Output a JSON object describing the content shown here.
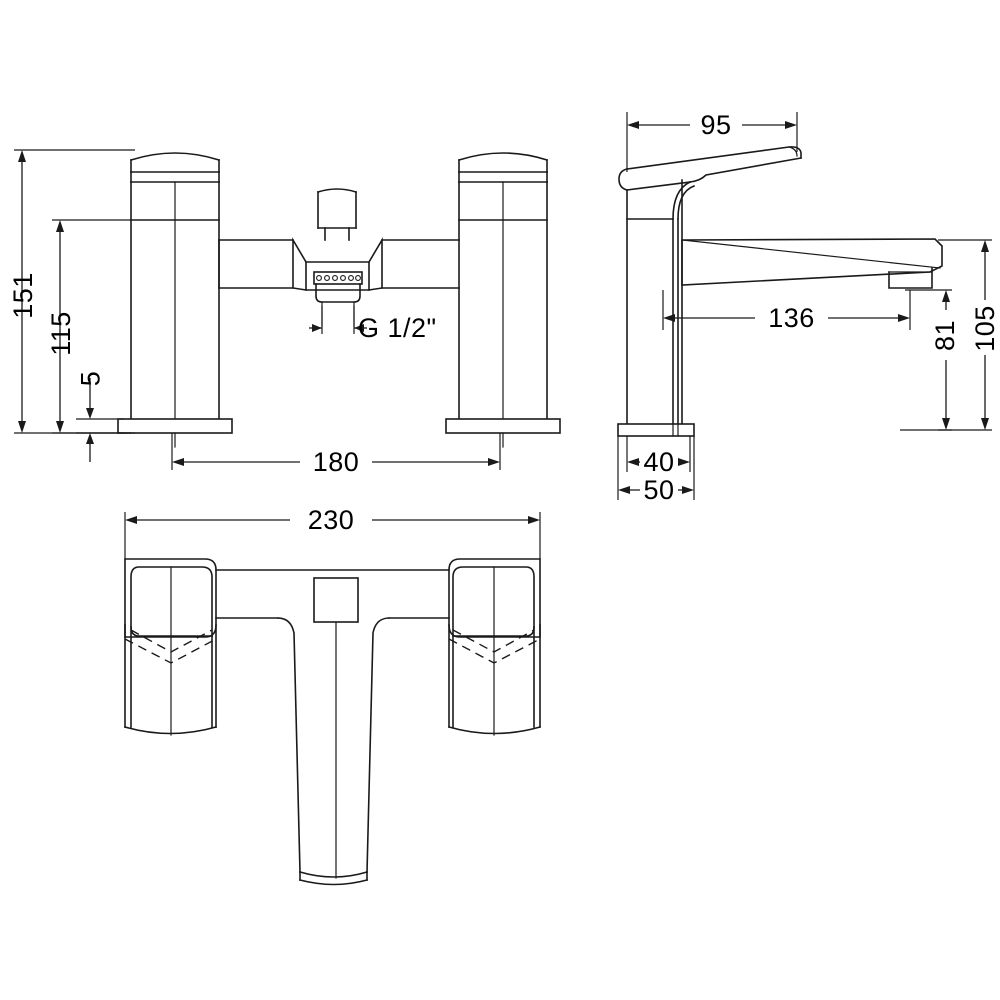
{
  "drawing": {
    "title": "Bath filler tap technical dimension drawing",
    "line_color": "#1a1a1a",
    "background_color": "#ffffff",
    "views": [
      {
        "name": "front-elevation",
        "label": ""
      },
      {
        "name": "side-elevation",
        "label": ""
      },
      {
        "name": "plan-view",
        "label": ""
      }
    ]
  },
  "dimensions": {
    "front": {
      "overall_height": "151",
      "handle_height": "115",
      "base_thickness": "5",
      "centre_spacing": "180",
      "thread": "G 1/2\""
    },
    "side": {
      "handle_reach": "95",
      "spout_projection": "136",
      "spout_outlet_height": "81",
      "overall_height": "105",
      "body_width": "40",
      "base_width": "50"
    },
    "plan": {
      "overall_width": "230"
    }
  }
}
